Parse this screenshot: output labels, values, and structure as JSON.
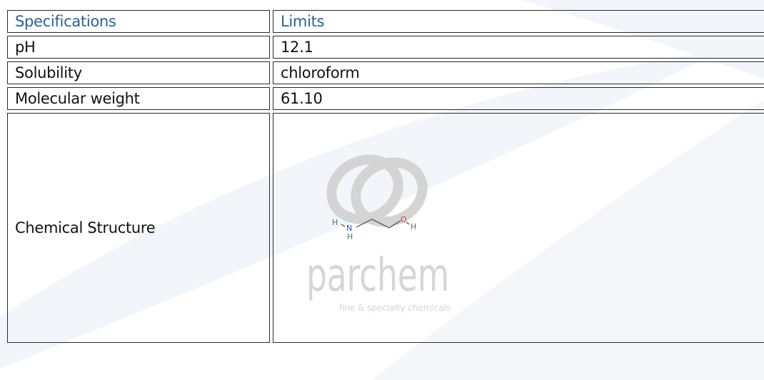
{
  "table": {
    "header": {
      "specifications": "Specifications",
      "limits": "Limits"
    },
    "rows": [
      {
        "label": "pH",
        "value": "12.1"
      },
      {
        "label": "Solubility",
        "value": "chloroform"
      },
      {
        "label": "Molecular weight",
        "value": "61.10"
      }
    ],
    "structure_label": "Chemical Structure"
  },
  "watermark": {
    "brand": "parchem",
    "tagline": "fine & specialty chemicals"
  },
  "molecule": {
    "atoms": [
      "H",
      "N",
      "H",
      "O",
      "H"
    ]
  },
  "colors": {
    "header_text": "#2f5f99",
    "watermark": "#cfcfcf",
    "nitrogen": "#3050c8",
    "oxygen": "#e03030"
  }
}
